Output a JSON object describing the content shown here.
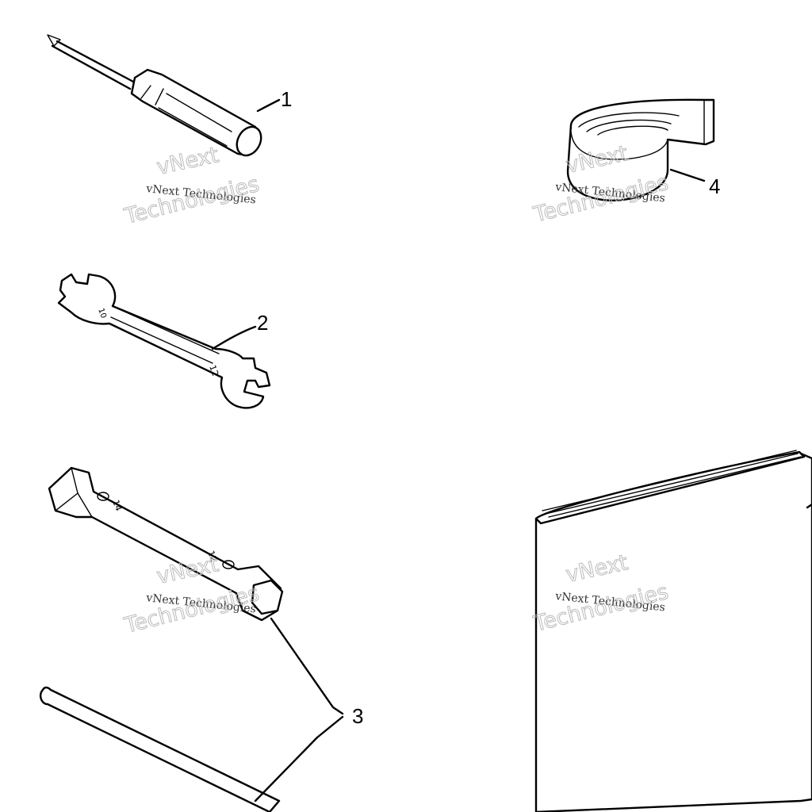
{
  "callouts": [
    {
      "id": "1",
      "label": "1"
    },
    {
      "id": "2",
      "label": "2"
    },
    {
      "id": "3",
      "label": "3"
    },
    {
      "id": "4",
      "label": "4"
    }
  ],
  "wrench_marks": {
    "open_end_small": "10",
    "open_end_large": "12"
  },
  "box_wrench_marks": {
    "end_a": "14",
    "end_b": "12"
  },
  "watermark": {
    "line1": "vNext",
    "line2": "vNext Technologies",
    "line3": "Technologies"
  }
}
